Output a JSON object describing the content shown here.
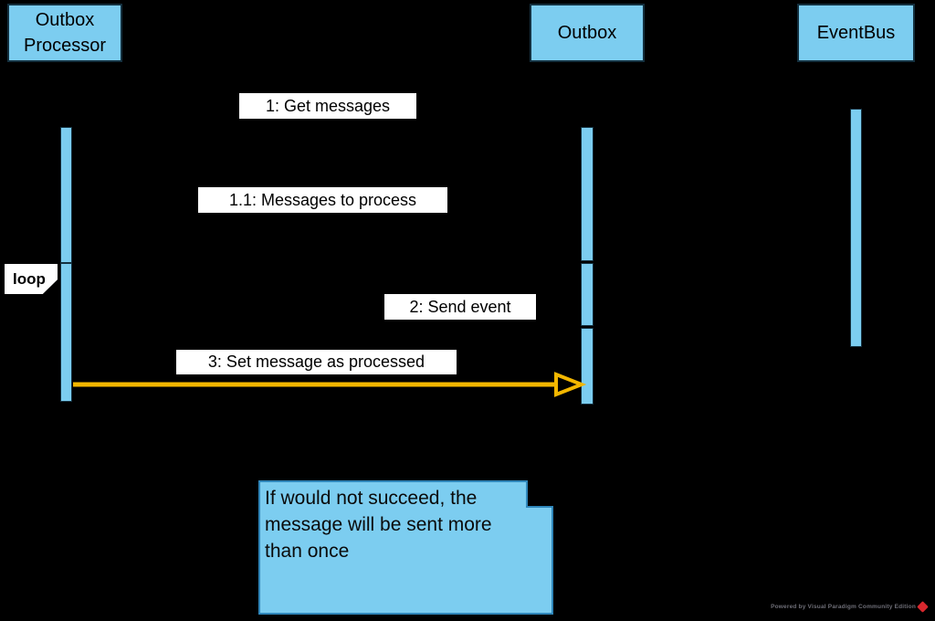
{
  "diagram_type": "uml-sequence-diagram",
  "lifelines": [
    {
      "name": "Outbox Processor"
    },
    {
      "name": "Outbox"
    },
    {
      "name": "EventBus"
    }
  ],
  "messages": [
    {
      "label": "1: Get messages"
    },
    {
      "label": "1.1: Messages to process"
    },
    {
      "label": "2: Send event"
    },
    {
      "label": "3: Set message as processed"
    }
  ],
  "fragment": {
    "operator": "loop"
  },
  "note": {
    "text": "If would not succeed, the message will be sent more than once"
  },
  "watermark": {
    "text": "Powered by Visual Paradigm Community Edition"
  },
  "colors": {
    "background": "#000000",
    "element_fill": "#7CCDF0",
    "element_border": "#14303f",
    "note_border": "#2f86ba",
    "label_background": "#ffffff",
    "label_text": "#000000",
    "async_arrow": "#F3B700",
    "watermark_text": "#6f6f78",
    "watermark_logo": "#d9282e"
  }
}
